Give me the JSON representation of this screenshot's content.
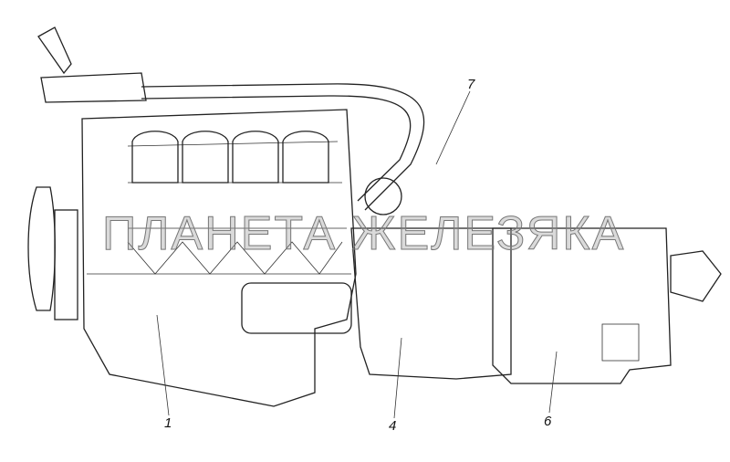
{
  "watermark": "ПЛАНЕТА ЖЕЛЕЗЯКА",
  "callouts": {
    "engine": "1",
    "clutch_housing": "4",
    "gearbox": "6",
    "pipe": "7"
  }
}
